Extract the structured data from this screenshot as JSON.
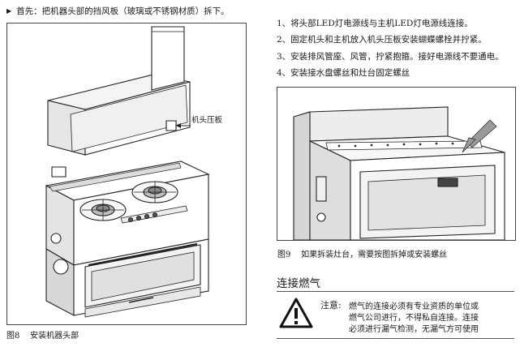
{
  "intro": {
    "marker": "▶",
    "text": "首先：把机器头部的挡风板（玻璃或不锈钢材质）拆下。"
  },
  "figure8": {
    "callout": "机头压板",
    "caption_number": "图8",
    "caption_text": "安装机器头部"
  },
  "steps": [
    "1、将头部LED灯电源线与主机LED灯电源线连接。",
    "2、固定机头和主机放入机头压板安装蝴蝶螺栓并拧紧。",
    "3、安装排风管座、风管，拧紧抱箍。接好电源线不要通电。",
    "4、安装接水盘螺丝和灶台固定螺丝"
  ],
  "figure9": {
    "caption_number": "图9",
    "caption_text": "如果拆装灶台，需要按图拆掉或安装螺丝"
  },
  "section": {
    "heading": "连接燃气",
    "note_label": "注意:",
    "note_lines": [
      "燃气的连接必须有专业资质的单位或",
      "燃气公司进行，不得私自连接。连接",
      "必须进行漏气检测，无漏气方可使用"
    ]
  },
  "icons": {
    "warning": "warning-triangle-icon"
  }
}
